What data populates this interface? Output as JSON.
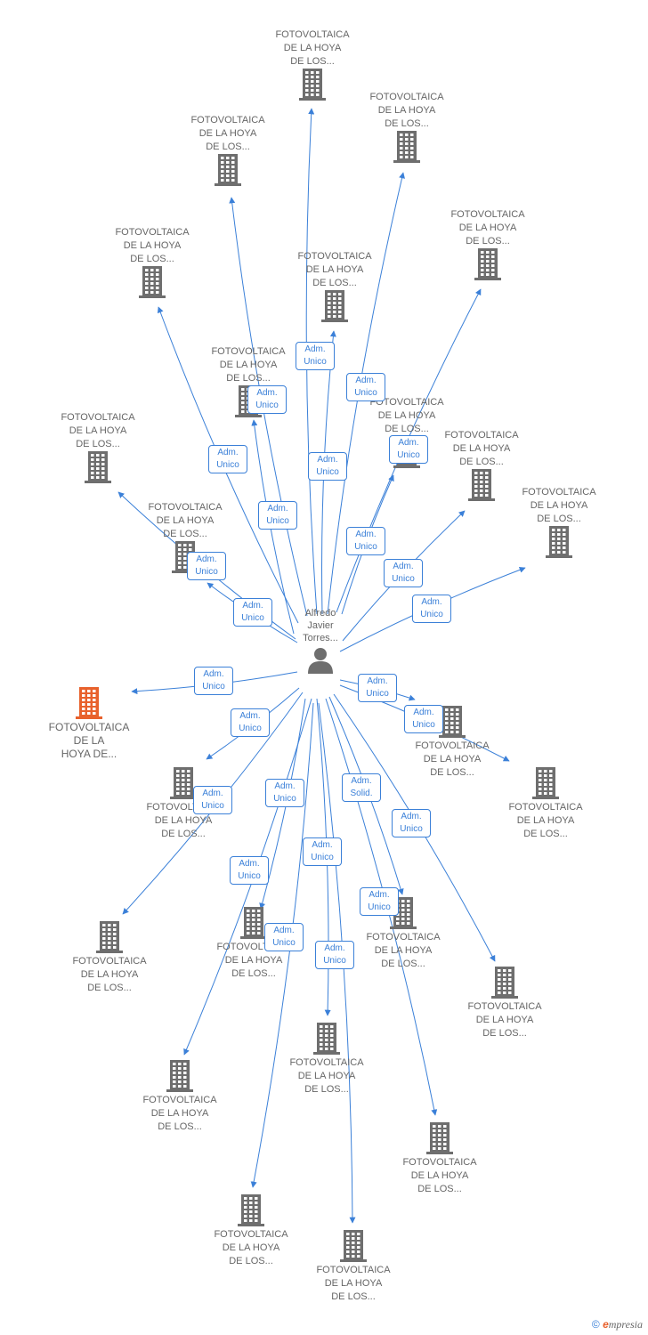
{
  "colors": {
    "edge": "#3b80d8",
    "building": "#6e6e6e",
    "building_main": "#e8612c",
    "text": "#666666"
  },
  "center": {
    "label": "Alfredo\nJavier\nTorres...",
    "icon": "person-icon"
  },
  "main_company": {
    "label": "FOTOVOLTAICA\nDE LA\nHOYA DE...",
    "icon": "building-icon"
  },
  "companies": [
    {
      "label": "FOTOVOLTAICA\nDE LA HOYA\nDE LOS...",
      "icon": "building-icon"
    },
    {
      "label": "FOTOVOLTAICA\nDE LA HOYA\nDE LOS...",
      "icon": "building-icon"
    },
    {
      "label": "FOTOVOLTAICA\nDE LA HOYA\nDE LOS...",
      "icon": "building-icon"
    },
    {
      "label": "FOTOVOLTAICA\nDE LA HOYA\nDE LOS...",
      "icon": "building-icon"
    },
    {
      "label": "FOTOVOLTAICA\nDE LA HOYA\nDE LOS...",
      "icon": "building-icon"
    },
    {
      "label": "FOTOVOLTAICA\nDE LA HOYA\nDE LOS...",
      "icon": "building-icon"
    },
    {
      "label": "FOTOVOLTAICA\nDE LA HOYA\nDE LOS...",
      "icon": "building-icon"
    },
    {
      "label": "FOTOVOLTAICA\nDE LA HOYA\nDE LOS...",
      "icon": "building-icon"
    },
    {
      "label": "FOTOVOLTAICA\nDE LA HOYA\nDE LOS...",
      "icon": "building-icon"
    },
    {
      "label": "FOTOVOLTAICA\nDE LA HOYA\nDE LOS...",
      "icon": "building-icon"
    },
    {
      "label": "FOTOVOLTAICA\nDE LA HOYA\nDE LOS...",
      "icon": "building-icon"
    },
    {
      "label": "FOTOVOLTAICA\nDE LA HOYA\nDE LOS...",
      "icon": "building-icon"
    },
    {
      "label": "FOTOVOLTAICA\nDE LA HOYA\nDE LOS...",
      "icon": "building-icon"
    },
    {
      "label": "FOTOVOLTAICA\nDE LA HOYA\nDE LOS...",
      "icon": "building-icon"
    },
    {
      "label": "FOTOVOLTAICA\nDE LA HOYA\nDE LOS...",
      "icon": "building-icon"
    },
    {
      "label": "FOTOVOLTAICA\nDE LA HOYA\nDE LOS...",
      "icon": "building-icon"
    },
    {
      "label": "FOTOVOLTAICA\nDE LA HOYA\nDE LOS...",
      "icon": "building-icon"
    },
    {
      "label": "FOTOVOLTAICA\nDE LA HOYA\nDE LOS...",
      "icon": "building-icon"
    },
    {
      "label": "FOTOVOLTAICA\nDE LA HOYA\nDE LOS...",
      "icon": "building-icon"
    },
    {
      "label": "FOTOVOLTAICA\nDE LA HOYA\nDE LOS...",
      "icon": "building-icon"
    },
    {
      "label": "FOTOVOLTAICA\nDE LA HOYA\nDE LOS...",
      "icon": "building-icon"
    },
    {
      "label": "FOTOVOLTAICA\nDE LA HOYA\nDE LOS...",
      "icon": "building-icon"
    },
    {
      "label": "FOTOVOLTAICA\nDE LA HOYA\nDE LOS...",
      "icon": "building-icon"
    },
    {
      "label": "FOTOVOLTAICA\nDE LA HOYA\nDE LOS...",
      "icon": "building-icon"
    },
    {
      "label": "FOTOVOLTAICA\nDE LA HOYA\nDE LOS...",
      "icon": "building-icon"
    },
    {
      "label": "FOTOVOLTAICA\nDE LA HOYA\nDE LOS...",
      "icon": "building-icon"
    }
  ],
  "relations": [
    "Adm.\nUnico",
    "Adm.\nUnico",
    "Adm.\nUnico",
    "Adm.\nUnico",
    "Adm.\nUnico",
    "Adm.\nUnico",
    "Adm.\nUnico",
    "Adm.\nUnico",
    "Adm.\nUnico",
    "Adm.\nUnico",
    "Adm.\nUnico",
    "Adm.\nUnico",
    "Adm.\nUnico",
    "Adm.\nUnico",
    "Adm.\nUnico",
    "Adm.\nUnico",
    "Adm.\nUnico",
    "Adm.\nUnico",
    "Adm.\nSolid.",
    "Adm.\nUnico",
    "Adm.\nUnico",
    "Adm.\nUnico",
    "Adm.\nUnico",
    "Adm.\nUnico",
    "Adm.\nUnico",
    "Adm.\nUnico",
    "Adm.\nUnico"
  ],
  "footer": {
    "copyright": "©",
    "brand_first": "e",
    "brand_rest": "mpresia"
  }
}
